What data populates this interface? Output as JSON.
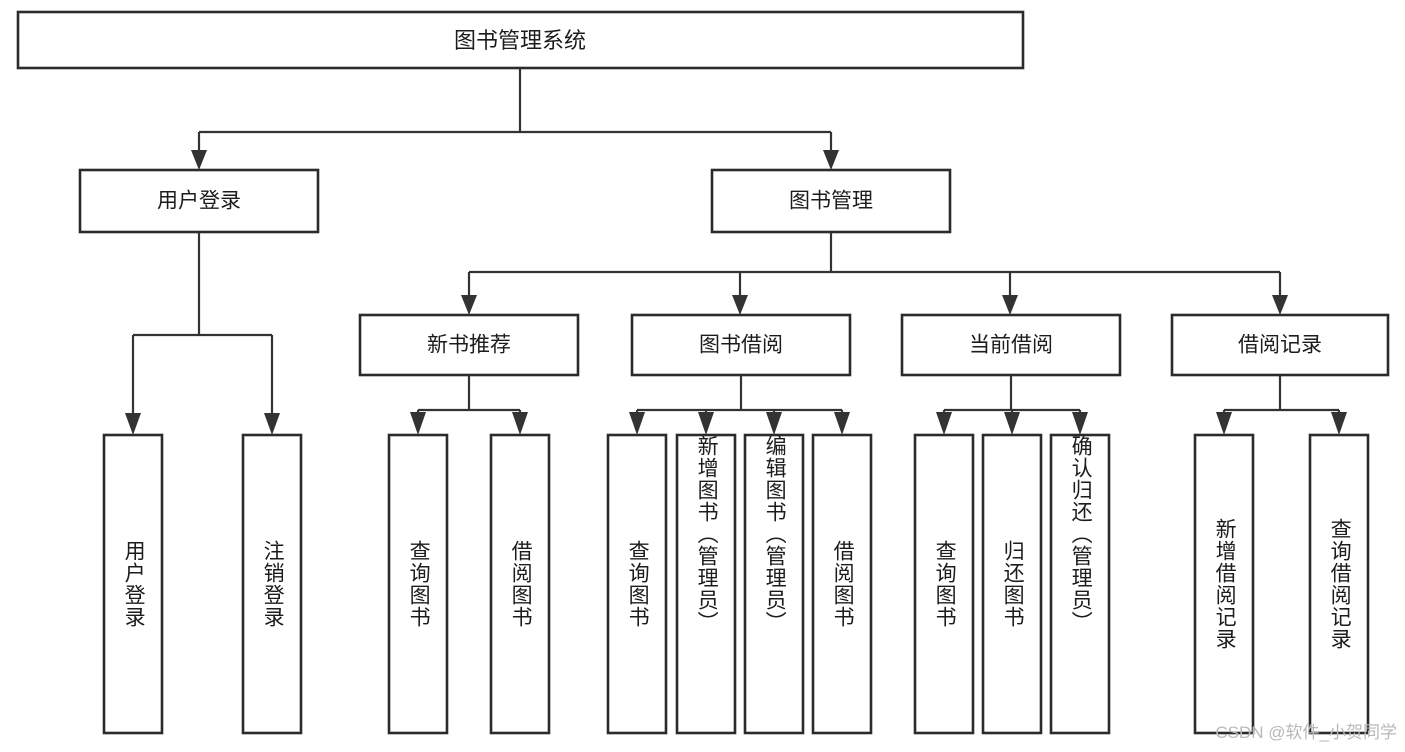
{
  "diagram": {
    "type": "tree",
    "title": "图书管理系统",
    "watermark": "CSDN @软件_小贺同学",
    "root": {
      "label": "图书管理系统"
    },
    "level2": [
      {
        "label": "用户登录"
      },
      {
        "label": "图书管理"
      }
    ],
    "level3": [
      {
        "label": "新书推荐"
      },
      {
        "label": "图书借阅"
      },
      {
        "label": "当前借阅"
      },
      {
        "label": "借阅记录"
      }
    ],
    "leaves": {
      "user_login": [
        {
          "label": "用户登录"
        },
        {
          "label": "注销登录"
        }
      ],
      "new_book_recommend": [
        {
          "label": "查询图书"
        },
        {
          "label": "借阅图书"
        }
      ],
      "book_borrow": [
        {
          "label": "查询图书"
        },
        {
          "label": "新增图书（管理员）"
        },
        {
          "label": "编辑图书（管理员）"
        },
        {
          "label": "借阅图书"
        }
      ],
      "current_borrow": [
        {
          "label": "查询图书"
        },
        {
          "label": "归还图书"
        },
        {
          "label": "确认归还（管理员）"
        }
      ],
      "borrow_record": [
        {
          "label": "新增借阅记录"
        },
        {
          "label": "查询借阅记录"
        }
      ]
    },
    "colors": {
      "stroke": "#333333",
      "fill": "#ffffff",
      "text": "#1c1c1c",
      "watermark": "#b9b9b9"
    }
  }
}
